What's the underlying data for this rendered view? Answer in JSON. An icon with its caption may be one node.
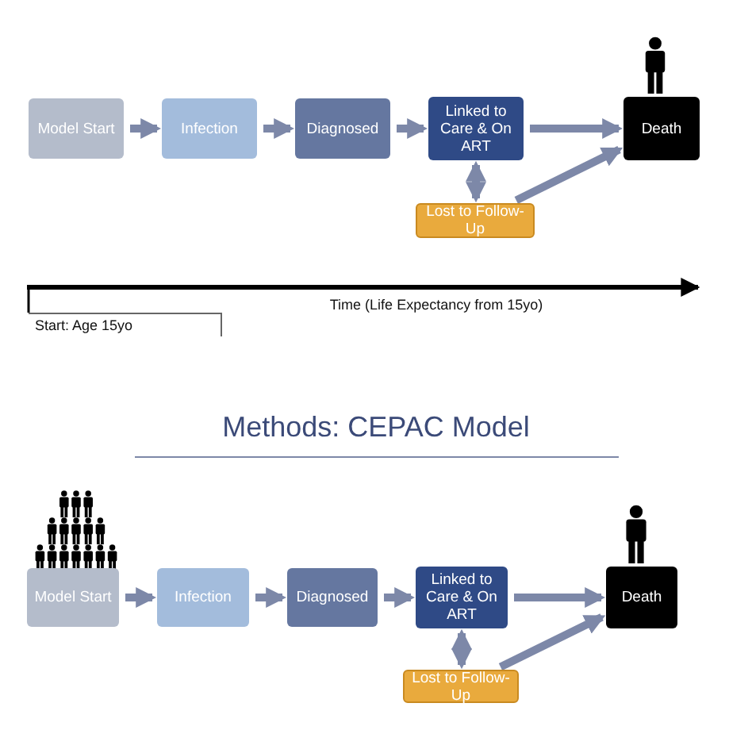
{
  "diagram": {
    "title": "Methods: CEPAC Model",
    "nodes": [
      {
        "text": [
          "Model Start"
        ]
      },
      {
        "text": [
          "Infection"
        ]
      },
      {
        "text": [
          "Diagnosed"
        ]
      },
      {
        "text": [
          "Linked to Care & On ART"
        ]
      },
      {
        "text": [
          "Death"
        ]
      },
      {
        "text": [
          "Lost to Follow-Up"
        ]
      },
      {
        "text": [
          "Model Start"
        ]
      },
      {
        "text": [
          "Infection"
        ]
      },
      {
        "text": [
          "Diagnosed"
        ]
      },
      {
        "text": [
          "Linked to Care & On ART"
        ]
      },
      {
        "text": [
          "Death"
        ]
      },
      {
        "text": [
          "Lost to Follow-Up"
        ]
      }
    ],
    "edges": [
      {
        "from": 0,
        "to": 1,
        "arrow": "to"
      },
      {
        "from": 1,
        "to": 2,
        "arrow": "to"
      },
      {
        "from": 2,
        "to": 3,
        "arrow": "to"
      },
      {
        "from": 3,
        "to": 4,
        "arrow": "to"
      },
      {
        "from": 3,
        "to": 5,
        "arrow": "both"
      },
      {
        "from": 5,
        "to": 4,
        "arrow": "to"
      },
      {
        "from": 6,
        "to": 7,
        "arrow": "to"
      },
      {
        "from": 7,
        "to": 8,
        "arrow": "to"
      },
      {
        "from": 8,
        "to": 9,
        "arrow": "to"
      },
      {
        "from": 9,
        "to": 10,
        "arrow": "to"
      },
      {
        "from": 9,
        "to": 11,
        "arrow": "both"
      },
      {
        "from": 11,
        "to": 10,
        "arrow": "to"
      }
    ],
    "labels": [
      "Time (Life Expectancy from 15yo)",
      "Start: Age 15yo"
    ]
  }
}
